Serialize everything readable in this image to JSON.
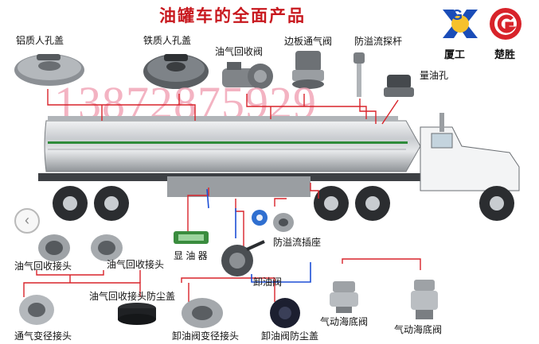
{
  "title": "油罐车的全面产品",
  "watermark_phone": "13872875929",
  "brands": {
    "left": "厦工",
    "right": "楚胜",
    "left_logo_letter": "G"
  },
  "colors": {
    "title_red": "#c8181e",
    "callout_line_red": "#d8232a",
    "callout_line_blue": "#1d4fd6",
    "watermark_pink": "#f2a6b8"
  },
  "parts_top": [
    {
      "label": "铝质人孔盖"
    },
    {
      "label": "铁质人孔盖"
    },
    {
      "label": "油气回收阀"
    },
    {
      "label": "边板通气阀"
    },
    {
      "label": "防溢流探杆"
    },
    {
      "label": "量油孔"
    }
  ],
  "parts_bottom": [
    {
      "label": "油气回收接头"
    },
    {
      "label": "油气回收接头"
    },
    {
      "label": "显 油 器"
    },
    {
      "label": "防溢流插座"
    },
    {
      "label": "卸油阀"
    },
    {
      "label": "油气回收接头防尘盖"
    },
    {
      "label": "通气变径接头"
    },
    {
      "label": "卸油阀变径接头"
    },
    {
      "label": "卸油阀防尘盖"
    },
    {
      "label": "气动海底阀"
    },
    {
      "label": "气动海底阀"
    }
  ],
  "nav": {
    "prev_icon": "chevron-left-icon",
    "prev_glyph": "‹"
  }
}
